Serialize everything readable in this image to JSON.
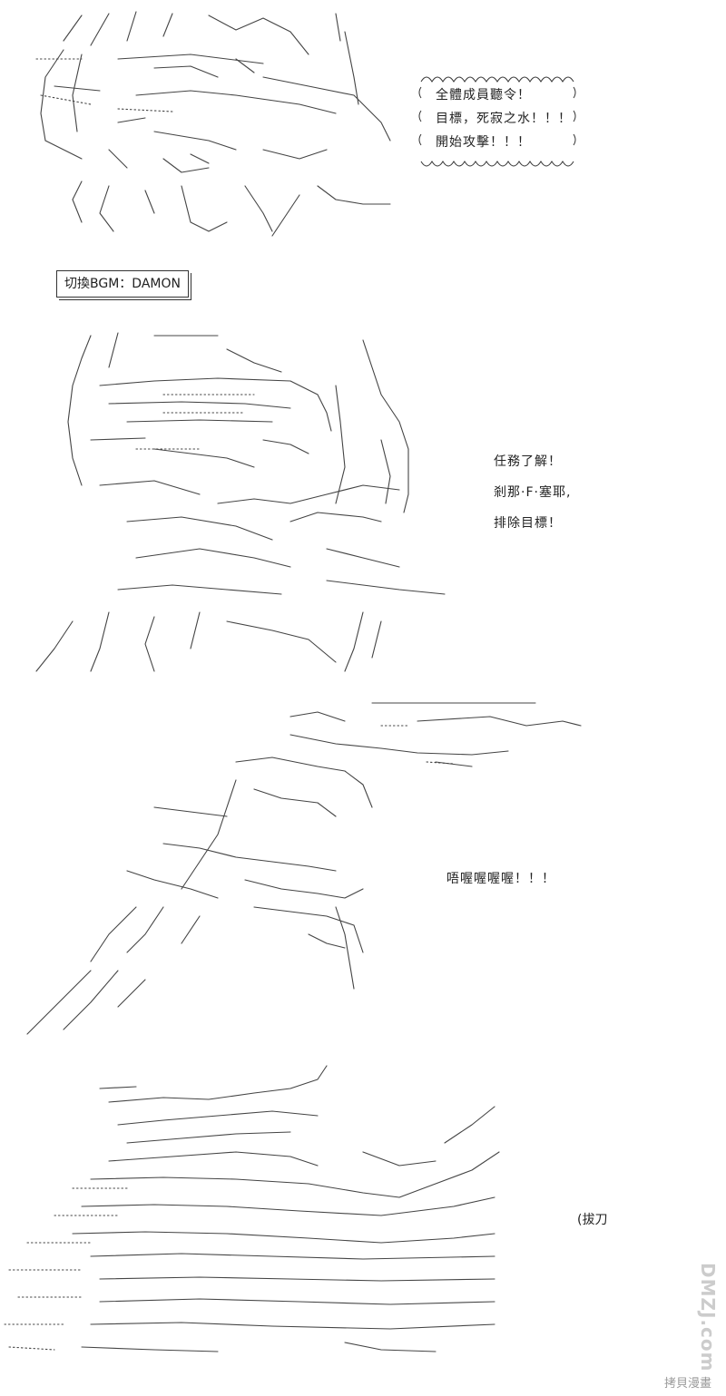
{
  "panel1": {
    "speech_lines": [
      "全體成員聽令！",
      "目標，死寂之水！！！",
      "開始攻擊！！！"
    ]
  },
  "bgm": {
    "label": "切換BGM：DAMON"
  },
  "panel2": {
    "dialog_lines": [
      "任務了解！",
      "剎那·F·塞耶,",
      "排除目標！"
    ]
  },
  "panel3": {
    "shout": "唔喔喔喔喔！！！"
  },
  "panel4": {
    "sfx": "(拔刀"
  },
  "watermark": {
    "side": "DMZJ.com",
    "bottom": "拷貝漫畫"
  }
}
